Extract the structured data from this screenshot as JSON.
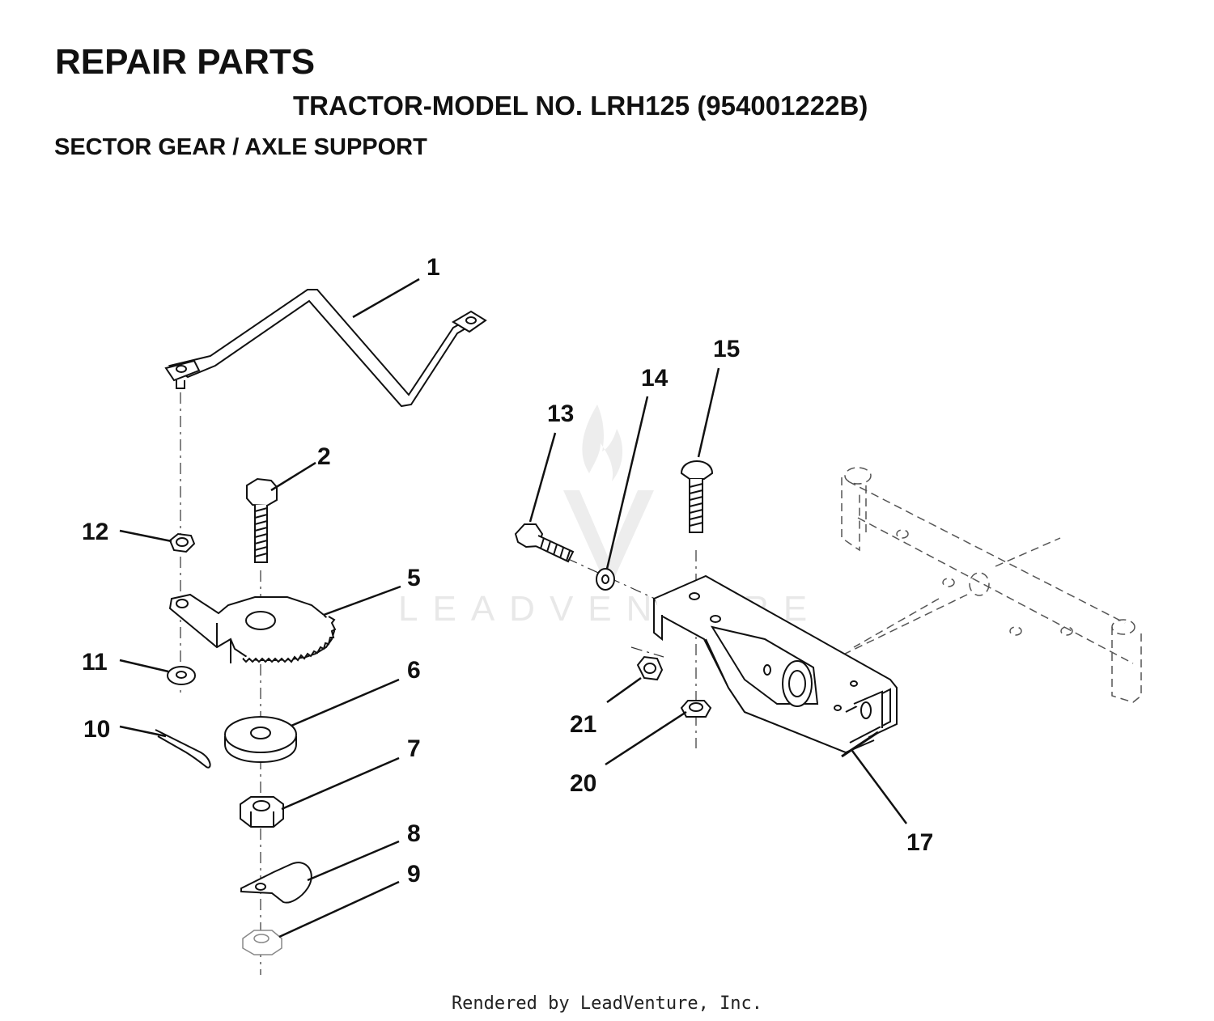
{
  "header": {
    "title": "REPAIR PARTS",
    "model": "TRACTOR-MODEL NO. LRH125 (954001222B)",
    "section": "SECTOR GEAR / AXLE SUPPORT"
  },
  "callouts": [
    "1",
    "2",
    "5",
    "6",
    "7",
    "8",
    "9",
    "10",
    "11",
    "12",
    "13",
    "14",
    "15",
    "17",
    "20",
    "21"
  ],
  "watermark": "LEADVENTURE",
  "footer": "Rendered by LeadVenture, Inc.",
  "colors": {
    "ink": "#111111",
    "watermark": "#e6e6e6",
    "background": "#ffffff"
  }
}
